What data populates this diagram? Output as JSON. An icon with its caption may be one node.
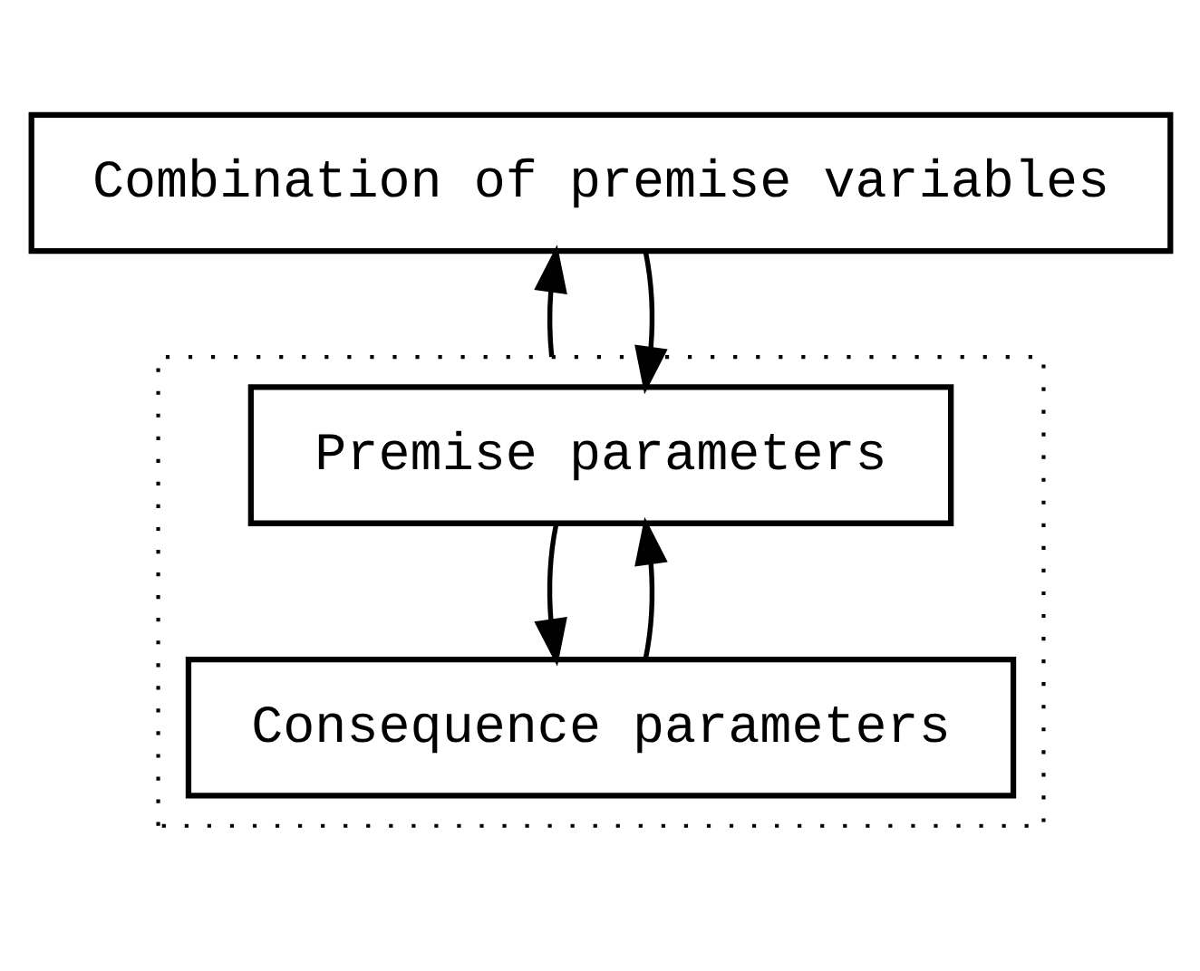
{
  "diagram": {
    "nodes": [
      {
        "text": [
          "Combination of premise variables"
        ]
      },
      {
        "text": [],
        "shape": "box"
      },
      {
        "text": [
          "Premise parameters"
        ],
        "in": 1
      },
      {
        "text": [
          "Consequence parameters"
        ],
        "in": 1
      }
    ],
    "edges": [
      {
        "from": 0,
        "to": 2,
        "arrow": "to"
      },
      {
        "from": 2,
        "to": 3,
        "arrow": "to"
      },
      {
        "from": 3,
        "to": 2,
        "arrow": "to"
      },
      {
        "from": 1,
        "to": 0,
        "arrow": "to"
      }
    ]
  }
}
